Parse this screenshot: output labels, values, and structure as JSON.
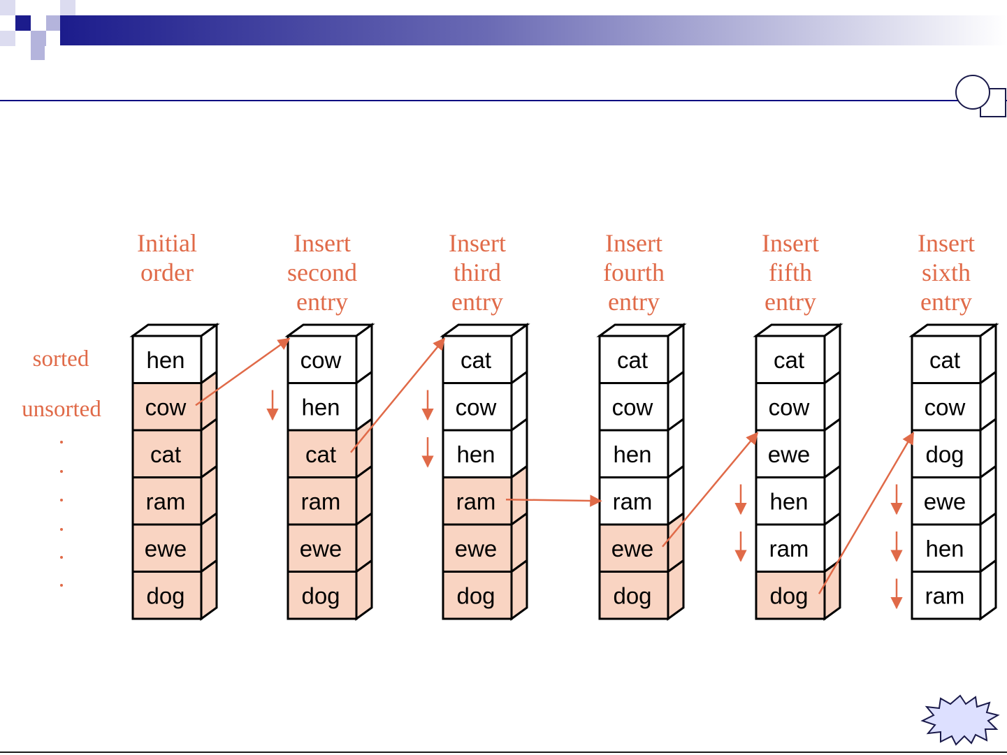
{
  "columns": [
    {
      "header": [
        "Initial",
        "order"
      ],
      "cells": [
        "hen",
        "cow",
        "cat",
        "ram",
        "ewe",
        "dog"
      ],
      "sorted_count": 1
    },
    {
      "header": [
        "Insert",
        "second",
        "entry"
      ],
      "cells": [
        "cow",
        "hen",
        "cat",
        "ram",
        "ewe",
        "dog"
      ],
      "sorted_count": 2
    },
    {
      "header": [
        "Insert",
        "third",
        "entry"
      ],
      "cells": [
        "cat",
        "cow",
        "hen",
        "ram",
        "ewe",
        "dog"
      ],
      "sorted_count": 3
    },
    {
      "header": [
        "Insert",
        "fourth",
        "entry"
      ],
      "cells": [
        "cat",
        "cow",
        "hen",
        "ram",
        "ewe",
        "dog"
      ],
      "sorted_count": 4
    },
    {
      "header": [
        "Insert",
        "fifth",
        "entry"
      ],
      "cells": [
        "cat",
        "cow",
        "ewe",
        "hen",
        "ram",
        "dog"
      ],
      "sorted_count": 5
    },
    {
      "header": [
        "Insert",
        "sixth",
        "entry"
      ],
      "cells": [
        "cat",
        "cow",
        "dog",
        "ewe",
        "hen",
        "ram"
      ],
      "sorted_count": 6
    }
  ],
  "row_labels": {
    "sorted": "sorted",
    "unsorted": "unsorted"
  },
  "moves": [
    {
      "from_column": 0,
      "from_row": 1,
      "to_column": 1,
      "to_row": 0,
      "shift_rows": [
        0
      ]
    },
    {
      "from_column": 1,
      "from_row": 2,
      "to_column": 2,
      "to_row": 0,
      "shift_rows": [
        0,
        1
      ]
    },
    {
      "from_column": 2,
      "from_row": 3,
      "to_column": 3,
      "to_row": 3,
      "shift_rows": []
    },
    {
      "from_column": 3,
      "from_row": 4,
      "to_column": 4,
      "to_row": 2,
      "shift_rows": [
        2,
        3
      ]
    },
    {
      "from_column": 4,
      "from_row": 5,
      "to_column": 5,
      "to_row": 2,
      "shift_rows": [
        2,
        3,
        4
      ]
    }
  ],
  "colors": {
    "unsorted_fill": "#f9d4c2",
    "sorted_fill": "#ffffff",
    "accent": "#e06a48",
    "outline": "#000000",
    "title_rule": "#000080"
  }
}
